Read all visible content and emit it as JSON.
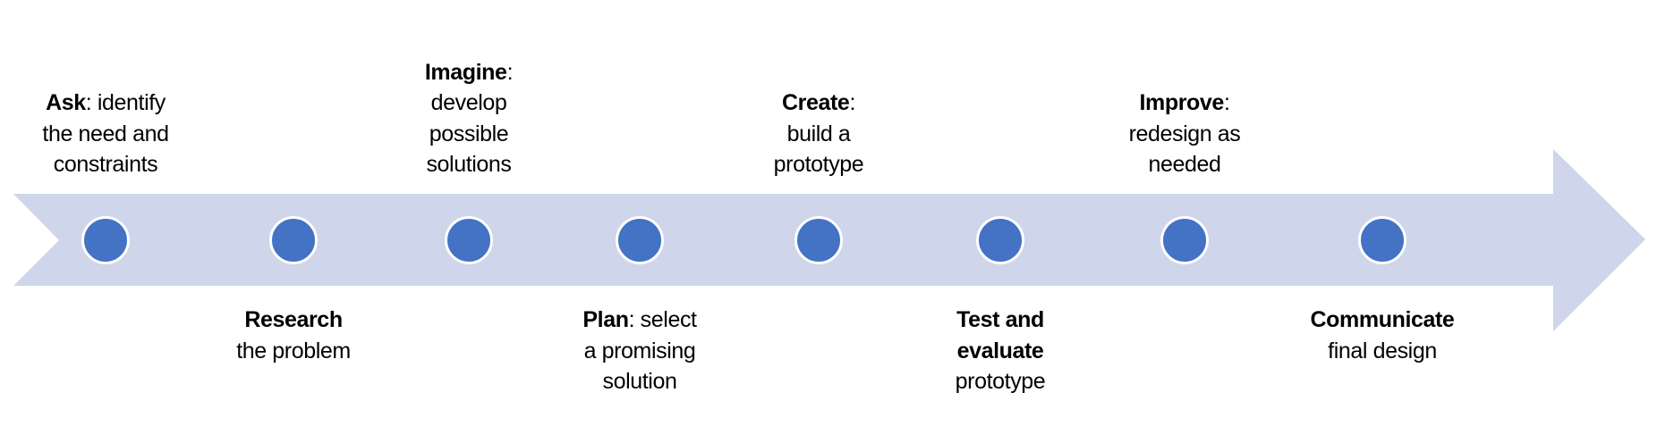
{
  "diagram": {
    "title": "Engineering design process",
    "colors": {
      "band": "#CFD5EA",
      "node": "#4472C4",
      "node_border": "#FFFFFF",
      "text": "#000000"
    },
    "steps": [
      {
        "id": "ask",
        "position": "above",
        "bold": "Ask",
        "bold_suffix": "",
        "colon": ":",
        "lines": [
          "identify",
          "the need and",
          "constraints"
        ],
        "first_line_inline": true
      },
      {
        "id": "research",
        "position": "below",
        "bold": "Research",
        "colon": "",
        "lines": [
          "the problem"
        ],
        "first_line_inline": false
      },
      {
        "id": "imagine",
        "position": "above",
        "bold": "Imagine",
        "colon": ":",
        "lines": [
          "develop",
          "possible",
          "solutions"
        ],
        "first_line_inline": false
      },
      {
        "id": "plan",
        "position": "below",
        "bold": "Plan",
        "colon": ":",
        "lines": [
          "select",
          "a promising",
          "solution"
        ],
        "first_line_inline": true
      },
      {
        "id": "create",
        "position": "above",
        "bold": "Create",
        "colon": ":",
        "lines": [
          "build a",
          "prototype"
        ],
        "first_line_inline": false
      },
      {
        "id": "test",
        "position": "below",
        "bold": "Test and",
        "bold_second": "evaluate",
        "colon": "",
        "lines": [
          "prototype"
        ],
        "first_line_inline": false
      },
      {
        "id": "improve",
        "position": "above",
        "bold": "Improve",
        "colon": ":",
        "lines": [
          "redesign as",
          "needed"
        ],
        "first_line_inline": false
      },
      {
        "id": "communicate",
        "position": "below",
        "bold": "Communicate",
        "colon": "",
        "lines": [
          "final design"
        ],
        "first_line_inline": false
      }
    ]
  }
}
